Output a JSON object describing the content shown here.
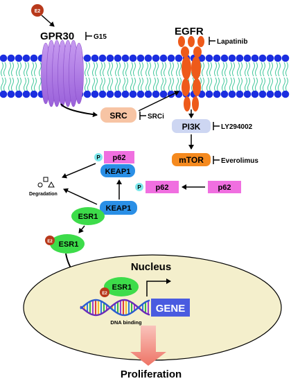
{
  "ligand": {
    "label": "E2"
  },
  "receptors": {
    "gpr30": {
      "label": "GPR30",
      "inhibitor": "G15"
    },
    "egfr": {
      "label": "EGFR",
      "inhibitor": "Lapatinib"
    }
  },
  "kinases": {
    "src": {
      "label": "SRC",
      "inhibitor": "SRCi"
    },
    "pi3k": {
      "label": "PI3K",
      "inhibitor": "LY294002"
    },
    "mtor": {
      "label": "mTOR",
      "inhibitor": "Everolimus"
    }
  },
  "p62_complex": {
    "phospho": "P",
    "p62": "p62",
    "keap1": "KEAP1"
  },
  "p62_phospho": {
    "phospho": "P",
    "p62": "p62"
  },
  "p62_free": {
    "label": "p62"
  },
  "esr1_complex": {
    "keap1": "KEAP1",
    "esr1": "ESR1"
  },
  "esr1_bound": {
    "e2": "E2",
    "esr1": "ESR1"
  },
  "degradation": {
    "label": "Degradation"
  },
  "nucleus": {
    "label": "Nucleus",
    "e2": "E2",
    "esr1": "ESR1",
    "dna_label": "DNA binding",
    "gene": "GENE"
  },
  "outcome": {
    "label": "Proliferation"
  },
  "colors": {
    "membrane_head": "#1b2ee0",
    "membrane_tail": "#3fc79a",
    "gpr30": "#b07ae6",
    "egfr": "#ee5a1a",
    "src": "#f7c4a4",
    "pi3k": "#cdd6f2",
    "mtor": "#f58a1f",
    "p62": "#f06fe0",
    "keap1": "#2a8fe6",
    "esr1": "#3ddc4a",
    "e2": "#b8391b",
    "phospho": "#7de8ec",
    "nucleus": "#f4efcc",
    "gene": "#4a5be0",
    "proliferation_arrow": "#f28b7e"
  }
}
